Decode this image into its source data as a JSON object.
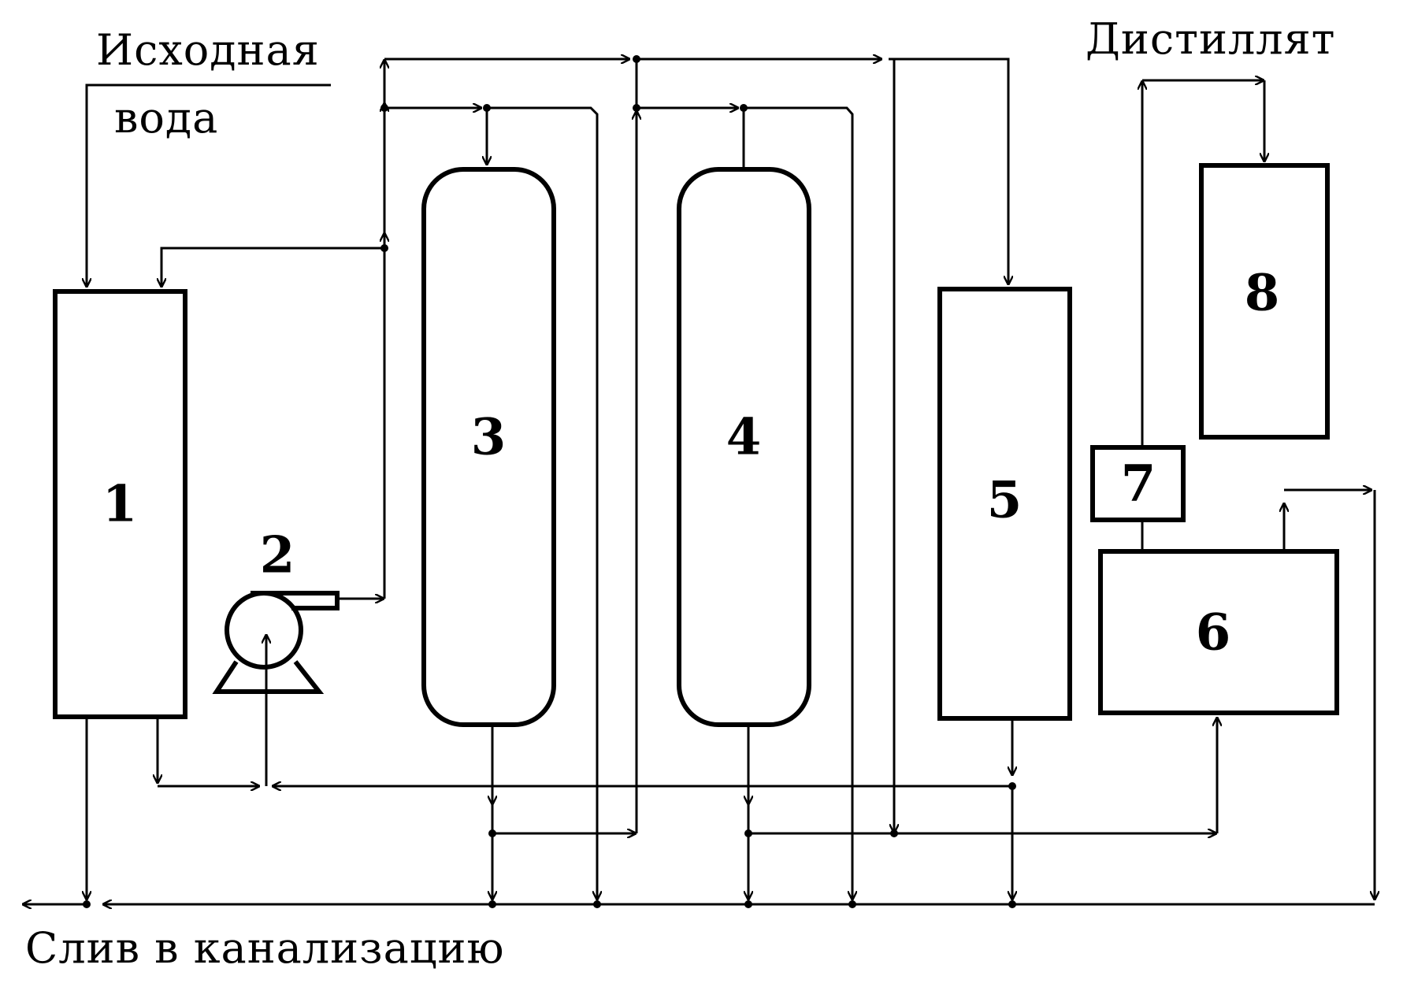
{
  "labels": {
    "source_water_line1": "Исходная",
    "source_water_line2": "вода",
    "distillate": "Дистиллят",
    "drain": "Слив в канализацию"
  },
  "units": {
    "u1": "1",
    "u2": "2",
    "u3": "3",
    "u4": "4",
    "u5": "5",
    "u6": "6",
    "u7": "7",
    "u8": "8"
  }
}
